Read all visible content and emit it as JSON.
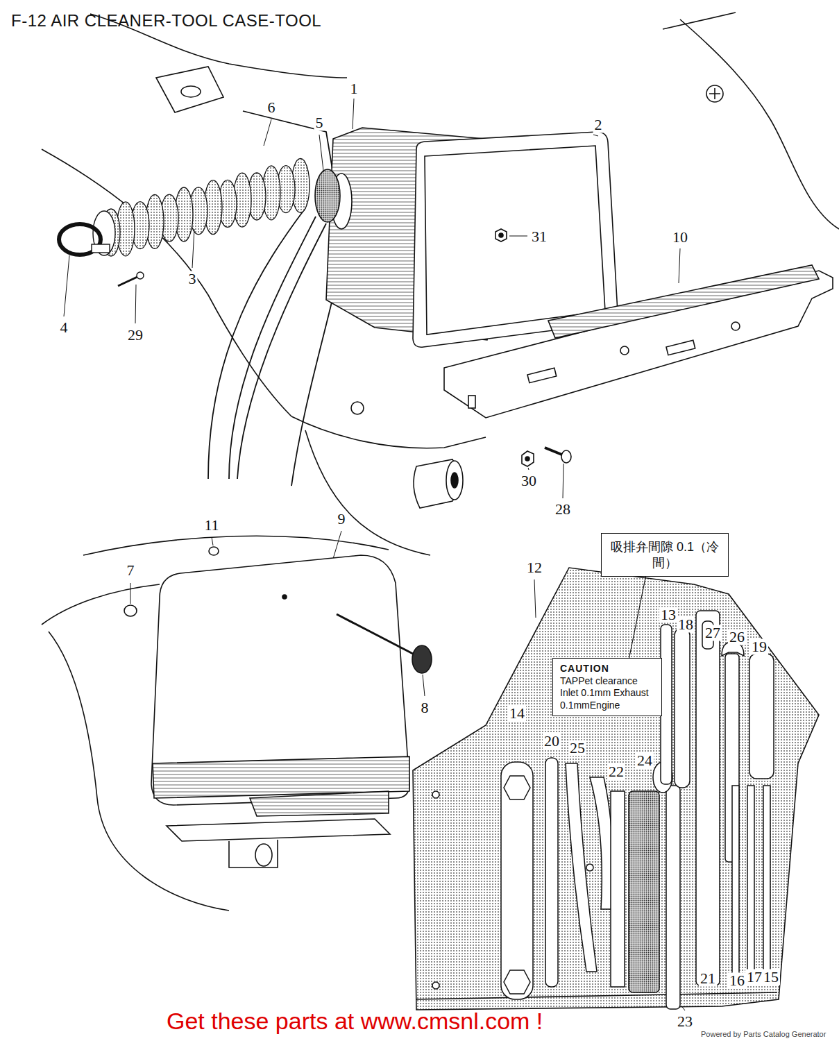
{
  "diagram": {
    "title": "F-12 AIR CLEANER-TOOL CASE-TOOL",
    "nodes": [
      {
        "text": [
          "吸排弁間隙 0.1（冷間）"
        ]
      },
      {
        "text": [
          "CAUTION",
          "TAPPet clearance Inlet 0.1mm Exhaust 0.1mmEngine"
        ]
      }
    ],
    "edges": [
      {
        "from": 0,
        "to": 1,
        "arrow": "none"
      }
    ],
    "labels": [
      "1",
      "2",
      "5",
      "6",
      "31",
      "10",
      "3",
      "4",
      "29",
      "30",
      "28",
      "11",
      "9",
      "7",
      "12",
      "8",
      "13",
      "18",
      "27",
      "26",
      "19",
      "14",
      "20",
      "25",
      "22",
      "24",
      "21",
      "16",
      "17",
      "15",
      "23",
      "Get these parts at www.cmsnl.com !",
      "Powered by Parts Catalog Generator"
    ]
  }
}
